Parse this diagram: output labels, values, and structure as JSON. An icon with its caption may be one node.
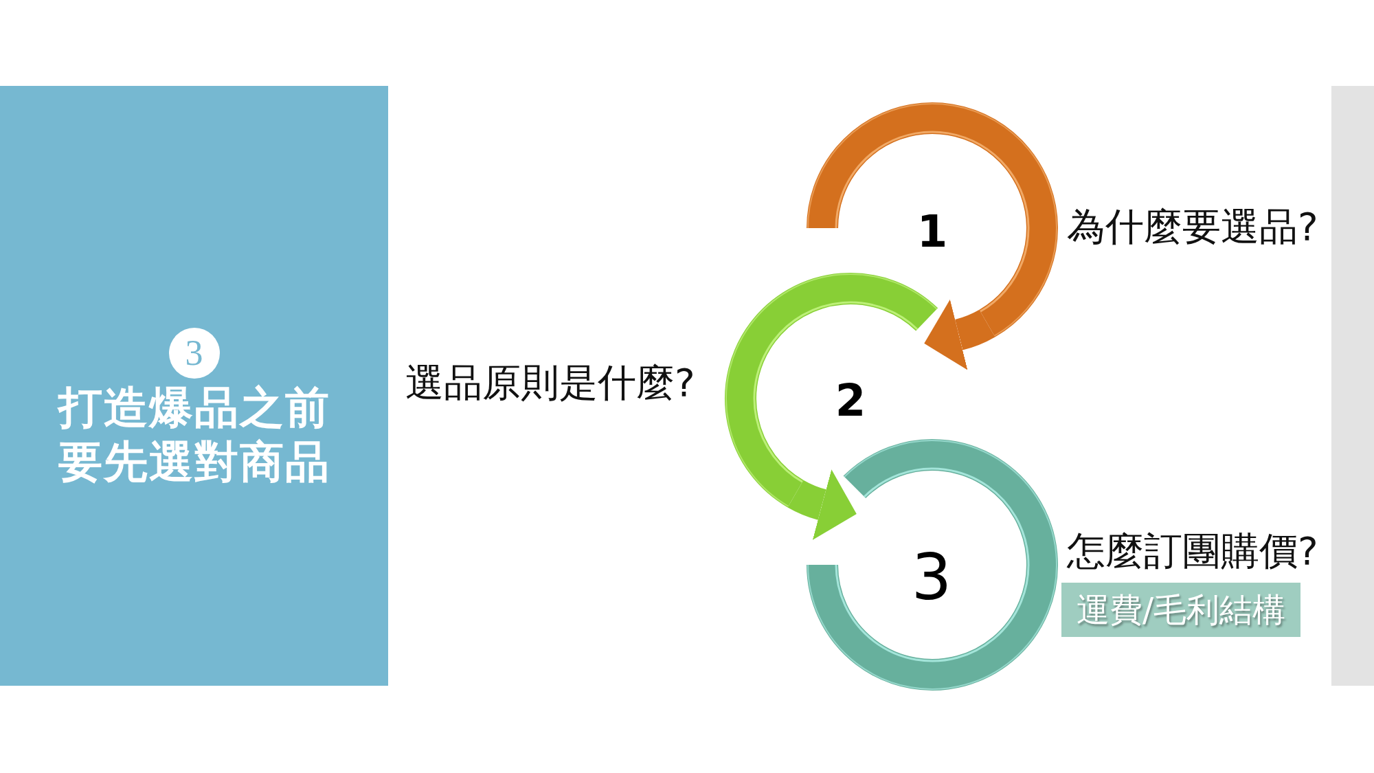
{
  "diagram": {
    "nodes": [
      {
        "text": [
          "打造爆品之前要先選對商品"
        ]
      },
      {
        "text": [
          "3"
        ],
        "in": 0
      },
      {
        "text": [
          "1"
        ],
        "beside": [
          "為什麼要選品?"
        ]
      },
      {
        "text": [
          "2"
        ],
        "beside": [
          "選品原則是什麼?"
        ]
      },
      {
        "text": [
          "3"
        ],
        "beside": [
          "怎麼訂團購價?"
        ]
      },
      {
        "text": [
          "運費/毛利結構"
        ]
      }
    ],
    "edges": [
      {
        "from": 2,
        "to": 3,
        "arrow": "to",
        "color": "#d4701e"
      },
      {
        "from": 3,
        "to": 4,
        "arrow": "to",
        "color": "#88cf36"
      }
    ]
  }
}
